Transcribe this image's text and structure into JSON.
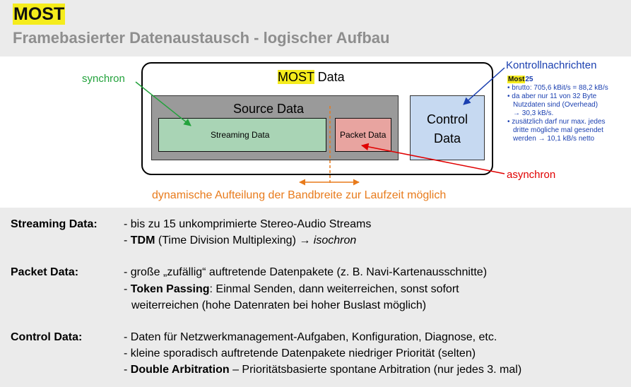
{
  "header": {
    "logo": "MOST",
    "subtitle": "Framebasierter Datenaustausch - logischer Aufbau"
  },
  "diagram": {
    "frame_title_brand": "MOST",
    "frame_title_rest": " Data",
    "source_data": "Source Data",
    "streaming_data": "Streaming Data",
    "packet_data": "Packet Data",
    "control_line1": "Control",
    "control_line2": "Data",
    "synchron": "synchron",
    "asynchron": "asynchron",
    "kontrollnachrichten": "Kontrollnachrichten",
    "dynamisch": "dynamische Aufteilung der Bandbreite zur Laufzeit möglich",
    "side_notes": {
      "title_brand": "Most",
      "title_num": "25",
      "items": [
        "• brutto: 705,6 kBit/s = 88,2 kB/s",
        "• da aber nur 11 von 32 Byte",
        "   Nutzdaten sind (Overhead)",
        "   → 30,3 kB/s.",
        "• zusätzlich darf nur max. jedes",
        "   dritte mögliche mal gesendet",
        "   werden → 10,1 kB/s netto"
      ]
    },
    "colors": {
      "synchron": "#23a23c",
      "asynchron": "#e00000",
      "kontroll": "#1a3fb0",
      "dynamisch": "#e87b1c",
      "streaming_fill": "#a9d4b5",
      "packet_fill": "#e8a4a0",
      "control_fill": "#c6d9f1",
      "source_fill": "#9a9a9a",
      "highlight": "#f5ec1c"
    }
  },
  "sections": {
    "streaming": {
      "term": "Streaming Data:",
      "l1": "- bis zu 15 unkomprimierte Stereo-Audio Streams",
      "l2_prefix": "- ",
      "l2_bold": "TDM",
      "l2_mid": " (Time Division Multiplexing) → ",
      "l2_italic": "isochron"
    },
    "packet": {
      "term": "Packet Data:",
      "l1": "- große „zufällig“ auftretende Datenpakete (z. B. Navi-Kartenausschnitte)",
      "l2_prefix": "- ",
      "l2_bold": "Token Passing",
      "l2_rest": ": Einmal Senden, dann weiterreichen, sonst sofort",
      "l3": "weiterreichen (hohe Datenraten bei hoher Buslast möglich)"
    },
    "control": {
      "term": "Control Data:",
      "l1": "- Daten für Netzwerkmanagement-Aufgaben, Konfiguration, Diagnose, etc.",
      "l2": "- kleine sporadisch auftretende Datenpakete niedriger Priorität (selten)",
      "l3_prefix": "- ",
      "l3_bold": "Double Arbitration",
      "l3_rest": " – Prioritätsbasierte spontane Arbitration (nur jedes 3. mal)"
    }
  }
}
